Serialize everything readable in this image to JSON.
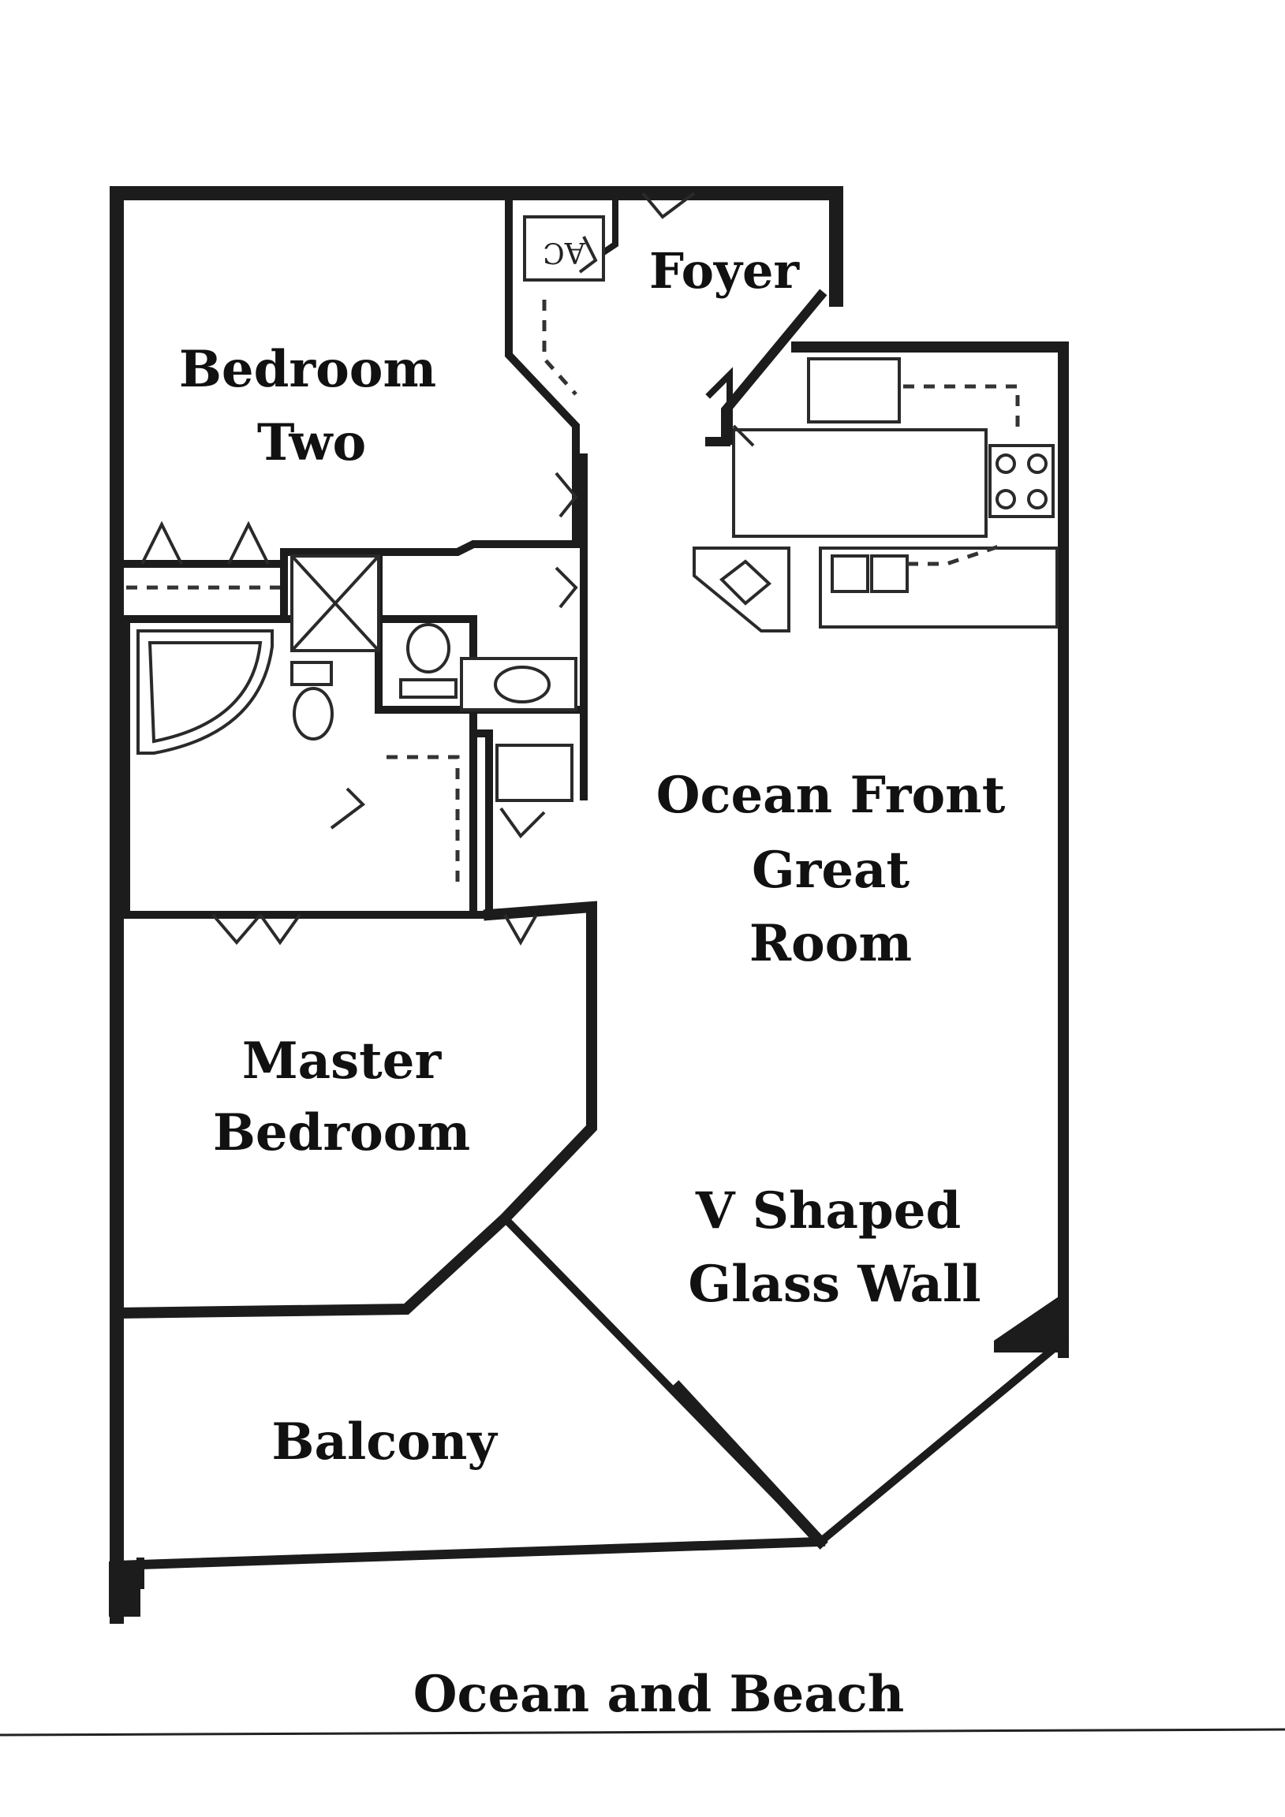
{
  "rooms": {
    "foyer": "Foyer",
    "bedroom_two_line1": "Bedroom",
    "bedroom_two_line2": "Two",
    "great_room_line1": "Ocean Front",
    "great_room_line2": "Great",
    "great_room_line3": "Room",
    "master_line1": "Master",
    "master_line2": "Bedroom",
    "glass_wall_line1": "V Shaped",
    "glass_wall_line2": "Glass Wall",
    "balcony": "Balcony"
  },
  "fixtures": {
    "ac_label": "AC"
  },
  "footer": {
    "caption": "Ocean and Beach"
  }
}
